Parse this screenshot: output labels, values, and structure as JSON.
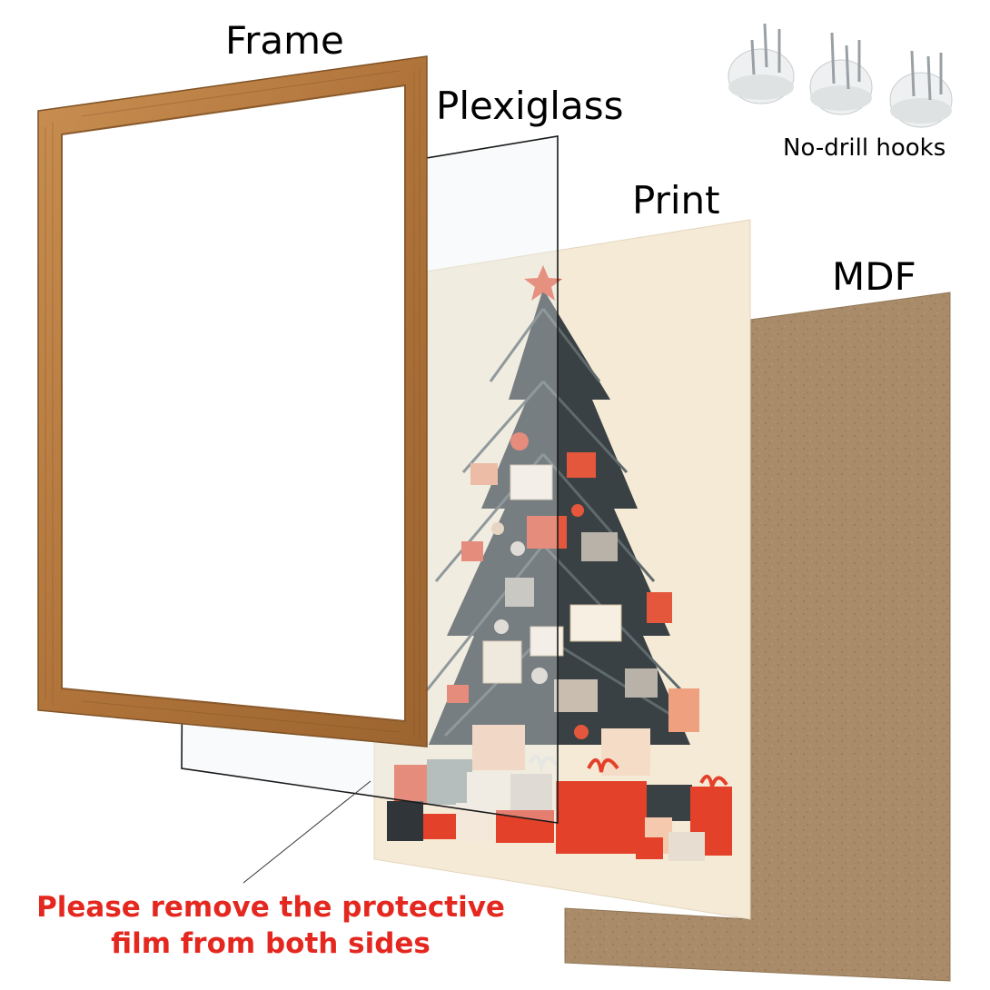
{
  "labels": {
    "frame": "Frame",
    "plexiglass": "Plexiglass",
    "print": "Print",
    "mdf": "MDF",
    "hooks": "No-drill hooks"
  },
  "notice": {
    "line1": "Please remove the protective",
    "line2": "film from both sides"
  },
  "colors": {
    "frame_wood": "#b77a3e",
    "mdf": "#a88a68",
    "print_paper": "#f5ead6",
    "notice_red": "#e42820",
    "tree": "#2e3436",
    "gift_red": "#e34a30"
  },
  "icons": {
    "hooks": "hook-icon",
    "tree": "christmas-tree-illustration",
    "star": "star-icon"
  }
}
